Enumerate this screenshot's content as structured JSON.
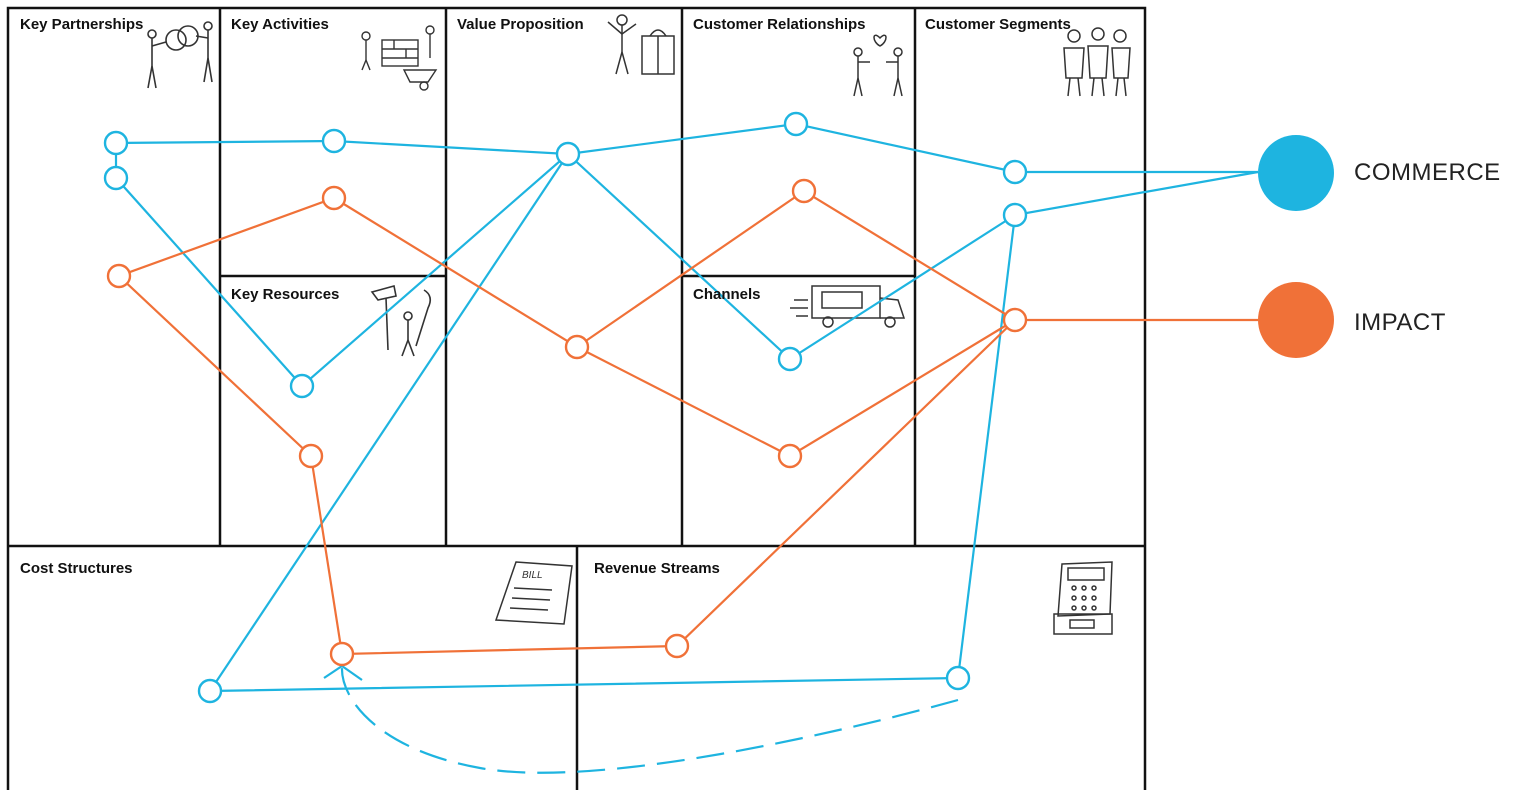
{
  "canvas": {
    "cells": [
      {
        "id": "key-partnerships",
        "label": "Key Partnerships"
      },
      {
        "id": "key-activities",
        "label": "Key Activities"
      },
      {
        "id": "key-resources",
        "label": "Key Resources"
      },
      {
        "id": "value-proposition",
        "label": "Value Proposition"
      },
      {
        "id": "customer-relationships",
        "label": "Customer Relationships"
      },
      {
        "id": "channels",
        "label": "Channels"
      },
      {
        "id": "customer-segments",
        "label": "Customer Segments"
      },
      {
        "id": "cost-structures",
        "label": "Cost Structures"
      },
      {
        "id": "revenue-streams",
        "label": "Revenue Streams"
      }
    ]
  },
  "legend": {
    "commerce": {
      "label": "COMMERCE",
      "color": "#1eb4e0"
    },
    "impact": {
      "label": "IMPACT",
      "color": "#f07138"
    }
  },
  "icons": [
    "people-with-rings-icon",
    "bricks-wheelbarrow-icon",
    "gift-box-person-icon",
    "heart-handshake-icon",
    "crowd-icon",
    "tools-icon",
    "food-truck-icon",
    "bill-icon",
    "cash-register-icon"
  ]
}
